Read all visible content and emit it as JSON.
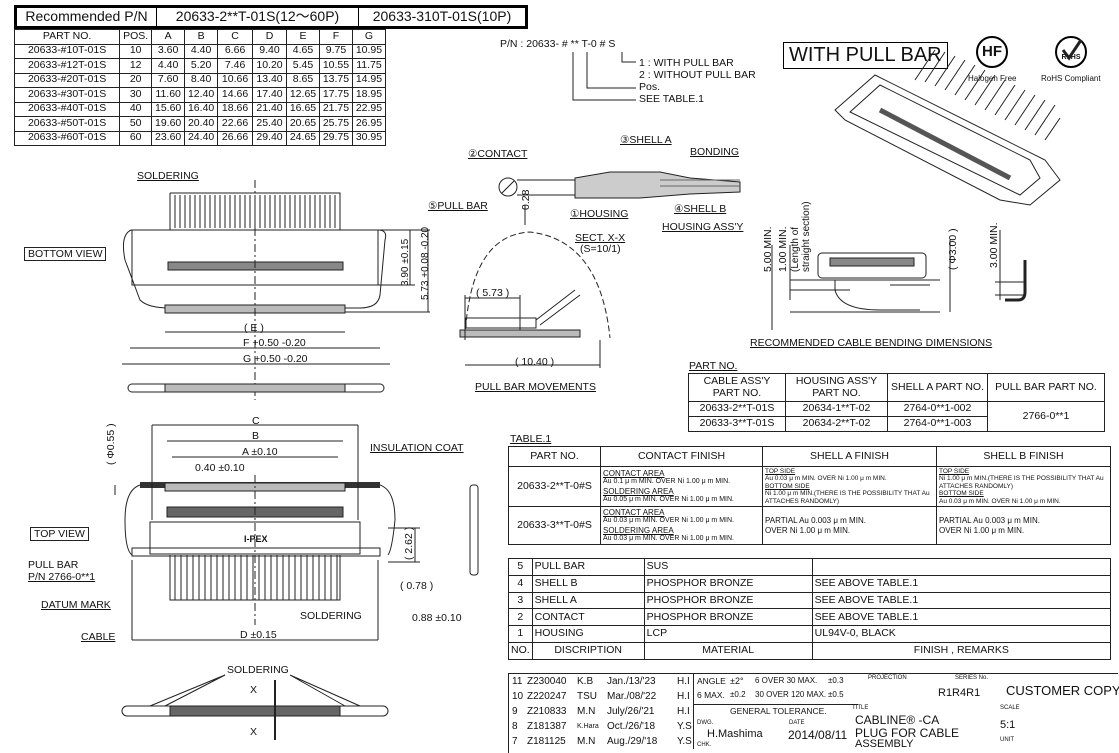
{
  "recommended": {
    "label": "Recommended P/N",
    "pn1": "20633-2**T-01S(12～60P)",
    "pn2": "20633-310T-01S(10P)"
  },
  "dim_table": {
    "headers": [
      "PART NO.",
      "POS.",
      "A",
      "B",
      "C",
      "D",
      "E",
      "F",
      "G"
    ],
    "rows": [
      [
        "20633-#10T-01S",
        "10",
        "3.60",
        "4.40",
        "6.66",
        "9.40",
        "4.65",
        "9.75",
        "10.95"
      ],
      [
        "20633-#12T-01S",
        "12",
        "4.40",
        "5.20",
        "7.46",
        "10.20",
        "5.45",
        "10.55",
        "11.75"
      ],
      [
        "20633-#20T-01S",
        "20",
        "7.60",
        "8.40",
        "10.66",
        "13.40",
        "8.65",
        "13.75",
        "14.95"
      ],
      [
        "20633-#30T-01S",
        "30",
        "11.60",
        "12.40",
        "14.66",
        "17.40",
        "12.65",
        "17.75",
        "18.95"
      ],
      [
        "20633-#40T-01S",
        "40",
        "15.60",
        "16.40",
        "18.66",
        "21.40",
        "16.65",
        "21.75",
        "22.95"
      ],
      [
        "20633-#50T-01S",
        "50",
        "19.60",
        "20.40",
        "22.66",
        "25.40",
        "20.65",
        "25.75",
        "26.95"
      ],
      [
        "20633-#60T-01S",
        "60",
        "23.60",
        "24.40",
        "26.66",
        "29.40",
        "24.65",
        "29.75",
        "30.95"
      ]
    ]
  },
  "pn_code": {
    "code": "P/N : 20633- # ** T-0 # S",
    "opt1": "1 : WITH PULL BAR",
    "opt2": "2 : WITHOUT PULL BAR",
    "pos": "Pos.",
    "see": "SEE TABLE.1"
  },
  "badges": {
    "with_pull_bar": "WITH PULL BAR",
    "hf": "HF",
    "hf_label": "Halogen Free",
    "rohs": "RoHS",
    "rohs_label": "RoHS Compliant"
  },
  "section": {
    "contact": "②CONTACT",
    "shell_a": "③SHELL A",
    "bonding": "BONDING",
    "pull_bar": "⑤PULL BAR",
    "dim": "0.28",
    "housing": "①HOUSING",
    "shell_b": "④SHELL B",
    "housing_assy": "HOUSING ASS'Y",
    "title": "SECT. X-X",
    "scale": "(S=10/1)"
  },
  "bending": {
    "d1": "5.00 MIN.",
    "d2": "1.00 MIN.",
    "d3": "(Length of straight section)",
    "d4": "( Φ3.00 )",
    "d5": "3.00 MIN.",
    "title": "RECOMMENDED CABLE BENDING DIMENSIONS"
  },
  "bottom_view": {
    "label": "BOTTOM VIEW",
    "soldering": "SOLDERING",
    "d390": "3.90 ±0.15",
    "d573": "5.73 +0.08 -0.20",
    "e": "( E )",
    "f": "F +0.50 -0.20",
    "g": "G +0.50 -0.20"
  },
  "pull_bar_movements": {
    "d1": "( 5.73 )",
    "d2": "( 10.40 )",
    "title": "PULL BAR MOVEMENTS"
  },
  "top_view": {
    "label": "TOP VIEW",
    "c": "C",
    "b": "B",
    "a": "A ±0.10",
    "pitch": "0.40 ±0.10",
    "dia": "( Φ0.55 )",
    "insulation": "INSULATION COAT",
    "pull_bar": "PULL BAR",
    "pull_bar_pn": "P/N 2766-0**1",
    "datum": "DATUM MARK",
    "cable": "CABLE",
    "soldering": "SOLDERING",
    "d": "D ±0.15",
    "h262": "( 2.62 )",
    "d078": "( 0.78 )",
    "d088": "0.88 ±0.10",
    "brand": "I-PEX"
  },
  "end_view": {
    "soldering": "SOLDERING",
    "x1": "X",
    "x2": "X"
  },
  "part_no": {
    "label": "PART NO.",
    "headers": [
      "CABLE ASS'Y PART NO.",
      "HOUSING ASS'Y PART NO.",
      "SHELL A PART NO.",
      "PULL BAR PART NO."
    ],
    "rows": [
      [
        "20633-2**T-01S",
        "20634-1**T-02",
        "2764-0**1-002"
      ],
      [
        "20633-3**T-01S",
        "20634-2**T-02",
        "2764-0**1-003"
      ]
    ],
    "pull_bar": "2766-0**1"
  },
  "table1": {
    "label": "TABLE.1",
    "headers": [
      "PART NO.",
      "CONTACT FINISH",
      "SHELL A FINISH",
      "SHELL B FINISH"
    ],
    "r1": {
      "pn": "20633-2**T-0#S",
      "c_area": "CONTACT AREA",
      "c_val": "Au 0.1 μ m MIN. OVER Ni 1.00 μ m MIN.",
      "s_area": "SOLDERING AREA",
      "s_val": "Au 0.05 μ m MIN. OVER Ni 1.00 μ m MIN.",
      "a_top": "TOP SIDE",
      "a_top_val": "Au 0.03 μ m MIN. OVER Ni 1.00 μ m MIN.",
      "a_bot": "BOTTOM SIDE",
      "a_bot_val": "Ni 1.00 μ m MIN.(THERE IS THE POSSIBILITY THAT Au ATTACHES RANDOMLY)",
      "b_top": "TOP SIDE",
      "b_top_val": "Ni 1.00 μ m MIN.(THERE IS THE POSSIBILITY THAT Au ATTACHES RANDOMLY)",
      "b_bot": "BOTTOM SIDE",
      "b_bot_val": "Au 0.03 μ m MIN. OVER Ni 1.00 μ m MIN."
    },
    "r2": {
      "pn": "20633-3**T-0#S",
      "c_area": "CONTACT AREA",
      "c_val": "Au 0.03 μ m MIN. OVER Ni 1.00 μ m MIN.",
      "s_area": "SOLDERING AREA",
      "s_val": "Au 0.03 μ m MIN. OVER Ni 1.00 μ m MIN.",
      "a1": "PARTIAL Au 0.003 μ m MIN.",
      "a2": "OVER Ni 1.00 μ m MIN.",
      "b1": "PARTIAL Au 0.003 μ m MIN.",
      "b2": "OVER Ni 1.00 μ m MIN."
    }
  },
  "materials": {
    "rows": [
      [
        "5",
        "PULL BAR",
        "SUS",
        ""
      ],
      [
        "4",
        "SHELL B",
        "PHOSPHOR BRONZE",
        "SEE ABOVE TABLE.1"
      ],
      [
        "3",
        "SHELL A",
        "PHOSPHOR BRONZE",
        "SEE ABOVE TABLE.1"
      ],
      [
        "2",
        "CONTACT",
        "PHOSPHOR BRONZE",
        "SEE ABOVE TABLE.1"
      ],
      [
        "1",
        "HOUSING",
        "LCP",
        "UL94V-0, BLACK"
      ]
    ],
    "headers": [
      "NO.",
      "DISCRIPTION",
      "MATERIAL",
      "FINISH , REMARKS"
    ]
  },
  "revisions": [
    [
      "11",
      "Z230040",
      "K.B",
      "Jan./13/'23",
      "H.I"
    ],
    [
      "10",
      "Z220247",
      "TSU",
      "Mar./08/'22",
      "H.I"
    ],
    [
      "9",
      "Z210833",
      "M.N",
      "July/26/'21",
      "H.I"
    ],
    [
      "8",
      "Z181387",
      "K.Hara",
      "Oct./26/'18",
      "Y.S"
    ],
    [
      "7",
      "Z181125",
      "M.N",
      "Aug./29/'18",
      "Y.S"
    ]
  ],
  "title_block": {
    "angle": "ANGLE",
    "angle_tol": "±2°",
    "t1": "6 OVER 30 MAX.",
    "t1v": "±0.3",
    "t2": "6 MAX.",
    "t2v": "±0.2",
    "t3": "30 OVER 120 MAX.",
    "t3v": "±0.5",
    "general": "GENERAL TOLERANCE.",
    "projection": "PROJECTION",
    "series_label": "SERIES No.",
    "series": "R1R4R1",
    "customer": "CUSTOMER COPY",
    "title_label": "TITLE",
    "title1": "CABLINE® -CA",
    "title2": "PLUG FOR CABLE",
    "title3": "ASSEMBLY",
    "scale_label": "SCALE",
    "scale": "5:1",
    "unit_label": "UNIT",
    "dwg_label": "DWG.",
    "dwg": "H.Mashima",
    "chk_label": "CHK.",
    "date_label": "DATE",
    "date": "2014/08/11"
  }
}
